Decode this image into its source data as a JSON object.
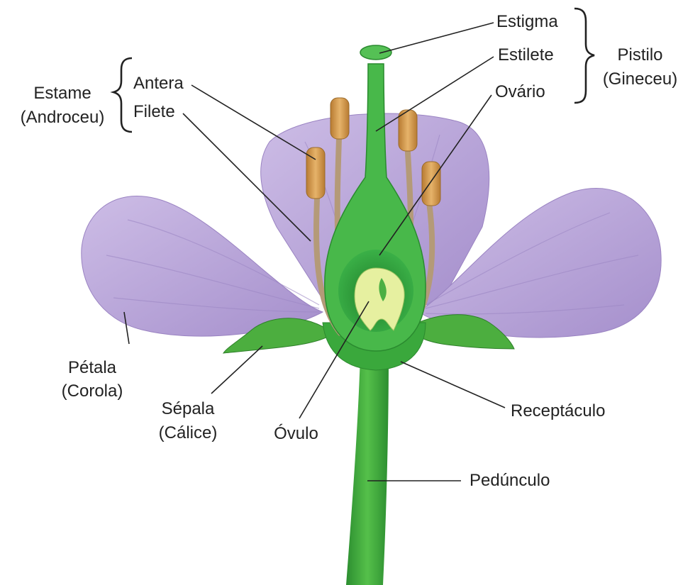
{
  "labels": {
    "estigma": "Estigma",
    "estilete": "Estilete",
    "ovario": "Ovário",
    "pistilo": "Pistilo",
    "gineceu": "(Gineceu)",
    "estame": "Estame",
    "androceu": "(Androceu)",
    "antera": "Antera",
    "filete": "Filete",
    "petala": "Pétala",
    "corola": "(Corola)",
    "sepala": "Sépala",
    "calice": "(Cálice)",
    "ovulo": "Óvulo",
    "receptaculo": "Receptáculo",
    "pedunculo": "Pedúnculo"
  },
  "colors": {
    "petal": "#b9a4d6",
    "petal_dark": "#9a83c2",
    "pistil": "#3fae3a",
    "pistil_dark": "#1f7a24",
    "stem": "#3aa83c",
    "stamen_filament": "#b49a78",
    "anther": "#d19a4c",
    "ovule": "#e6f0a0",
    "leader_line": "#222222"
  }
}
